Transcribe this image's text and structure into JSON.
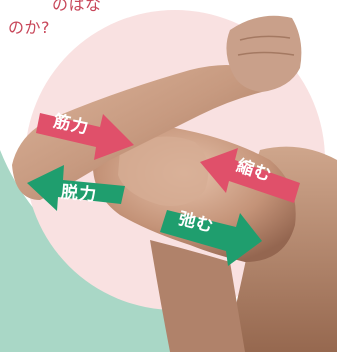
{
  "caption": {
    "line1": "のはな",
    "line2": "のか?"
  },
  "labels": {
    "contract_force": "筋力",
    "relax_force": "脱力",
    "contract": "縮む",
    "extend": "弛む"
  },
  "colors": {
    "pink_arrow": "#e0506a",
    "green_arrow": "#1f9e6e",
    "circle": "#f9e1e1",
    "teal": "#a9d7c6",
    "skin": "#c99d83"
  }
}
